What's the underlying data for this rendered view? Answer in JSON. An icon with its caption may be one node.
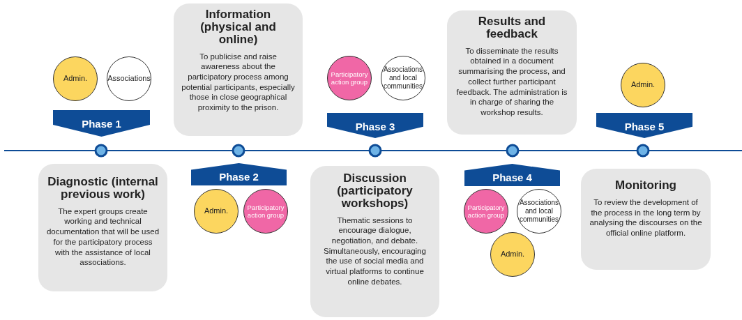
{
  "diagram": {
    "nodes": [
      {
        "text": [
          "Admin."
        ]
      },
      {
        "text": [
          "Associations"
        ]
      },
      {
        "text": [
          "Phase 1"
        ]
      },
      {
        "text": [
          "Diagnostic (internal previous work)",
          "The expert groups create working and technical documentation that will be used for the participatory process with the assistance of local associations."
        ]
      },
      {
        "text": [
          "Information (physical and online)",
          "To publicise and raise awareness about the participatory process among potential participants, especially those in close geographical proximity to the prison."
        ]
      },
      {
        "text": [
          "Phase 2"
        ]
      },
      {
        "text": [
          "Admin."
        ]
      },
      {
        "text": [
          "Participatory action group"
        ]
      },
      {
        "text": [
          "Participatory action group"
        ]
      },
      {
        "text": [
          "Associations and local communities"
        ]
      },
      {
        "text": [
          "Phase 3"
        ]
      },
      {
        "text": [
          "Discussion (participatory workshops)",
          "Thematic sessions to encourage dialogue, negotiation, and debate. Simultaneously, encouraging the use of social media and virtual platforms to continue online debates."
        ]
      },
      {
        "text": [
          "Results and feedback",
          "To disseminate the results obtained in a document summarising the process, and collect further participant feedback. The administration is in charge of sharing the workshop results."
        ]
      },
      {
        "text": [
          "Phase 4"
        ]
      },
      {
        "text": [
          "Participatory action group"
        ]
      },
      {
        "text": [
          "Associations and local communities"
        ]
      },
      {
        "text": [
          "Admin."
        ]
      },
      {
        "text": [
          "Admin."
        ]
      },
      {
        "text": [
          "Phase 5"
        ]
      },
      {
        "text": [
          "Monitoring",
          "To review the development of the process in the long term by analysing the discourses on the official online platform."
        ]
      }
    ],
    "edges": []
  }
}
